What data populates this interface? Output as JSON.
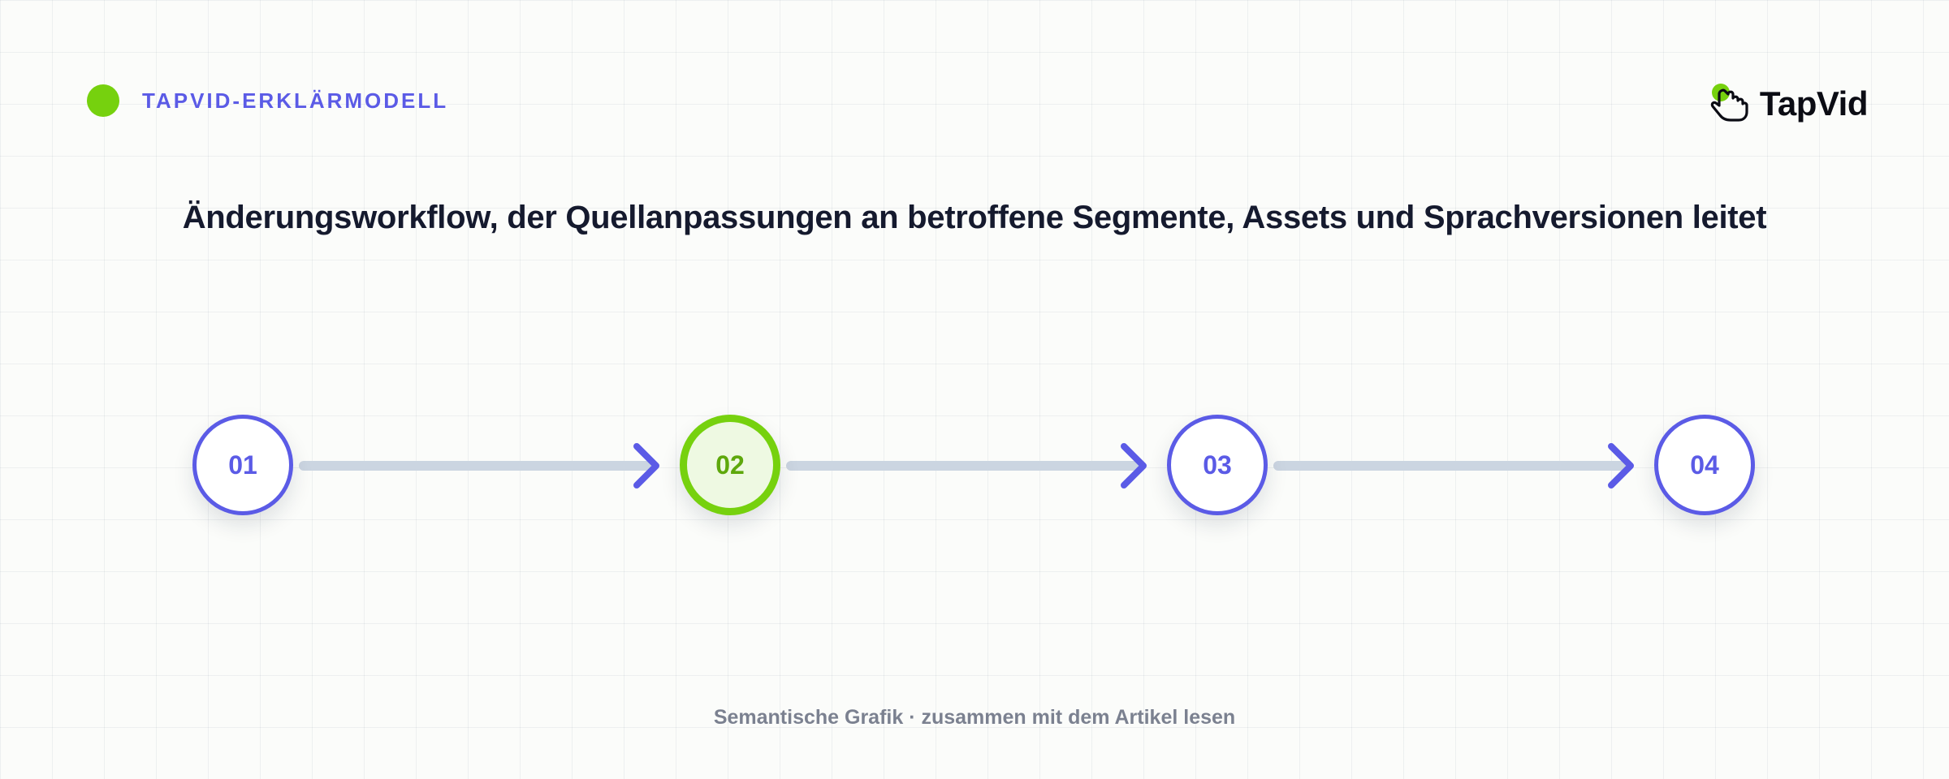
{
  "header": {
    "tag_label": "TAPVID-ERKLÄRMODELL"
  },
  "logo": {
    "text": "TapVid",
    "icon": "pointer-hand-icon"
  },
  "title": "Änderungsworkflow, der Quellanpassungen an betroffene Segmente, Assets und Sprachversionen leitet",
  "steps": [
    {
      "label": "01",
      "active": false
    },
    {
      "label": "02",
      "active": true
    },
    {
      "label": "03",
      "active": false
    },
    {
      "label": "04",
      "active": false
    }
  ],
  "footer": {
    "caption": "Semantische Grafik · zusammen mit dem Artikel lesen"
  },
  "colors": {
    "accent": "#5b5be6",
    "highlight": "#76d10e",
    "connector": "#cbd5e1",
    "title": "#151a2e",
    "muted": "#7b8190"
  }
}
